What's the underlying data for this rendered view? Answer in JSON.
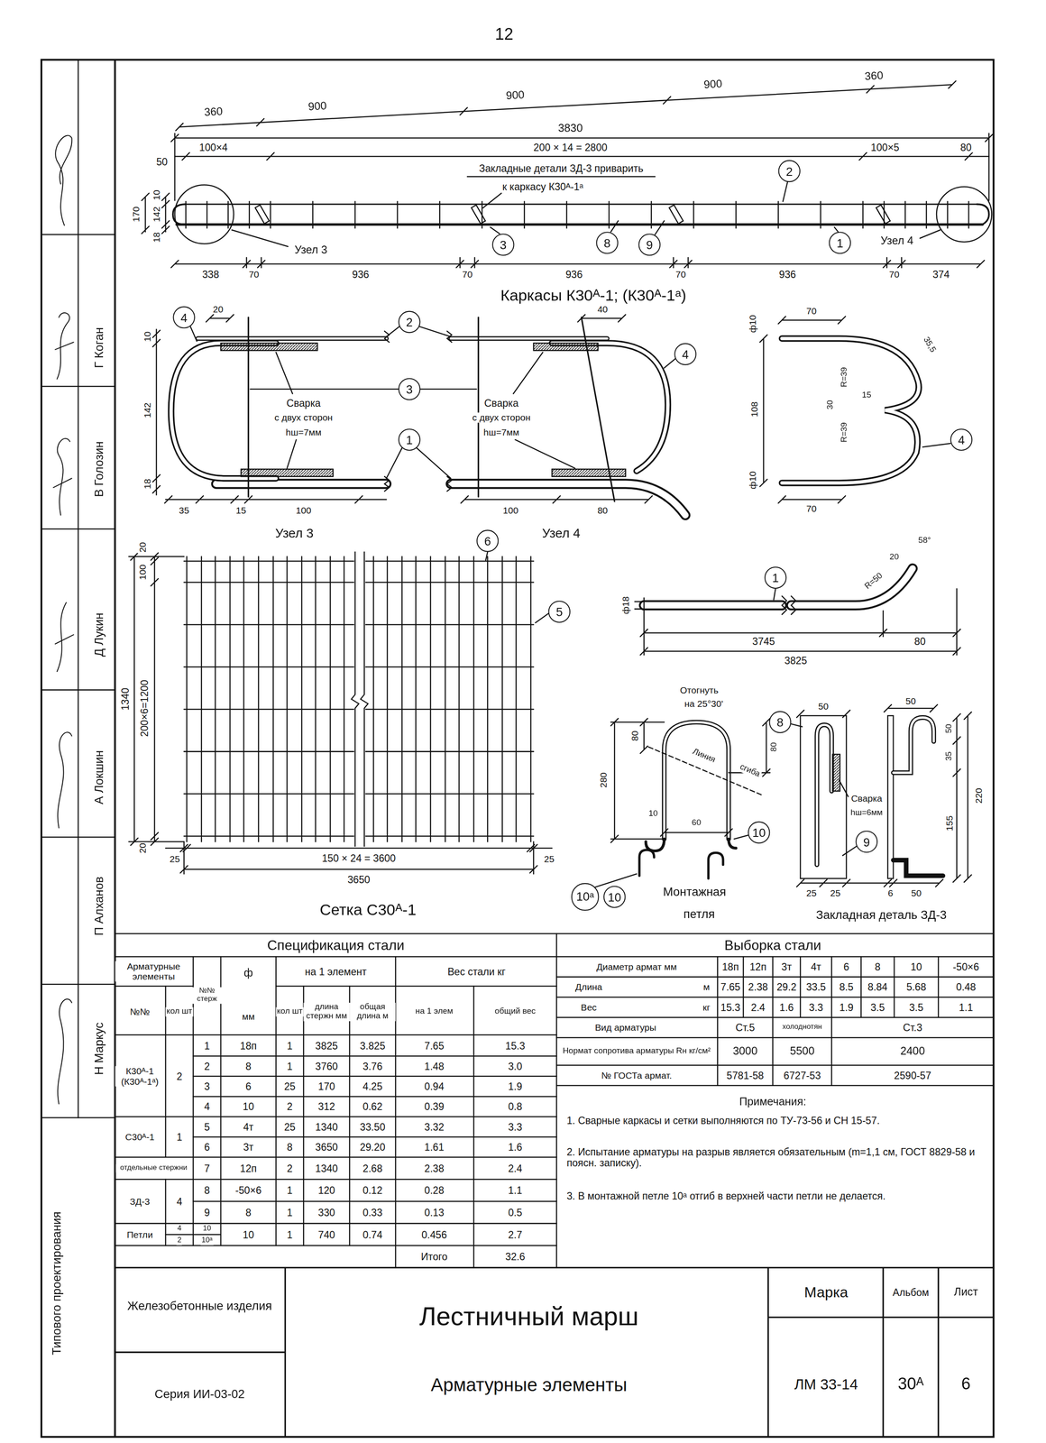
{
  "diagram": {
    "title": "Лестничный марш",
    "nodes": [
      {
        "text": [
          "2"
        ]
      },
      {
        "text": [
          "3"
        ]
      },
      {
        "text": [
          "8"
        ]
      },
      {
        "text": [
          "9"
        ]
      },
      {
        "text": [
          "1"
        ]
      },
      {
        "text": [
          "4"
        ]
      },
      {
        "text": [
          "2"
        ]
      },
      {
        "text": [
          "3"
        ]
      },
      {
        "text": [
          "1"
        ]
      },
      {
        "text": [
          "4"
        ]
      },
      {
        "text": [
          "4"
        ]
      },
      {
        "text": [
          "6"
        ]
      },
      {
        "text": [
          "5"
        ]
      },
      {
        "text": [
          "1"
        ]
      },
      {
        "text": [
          "8"
        ]
      },
      {
        "text": [
          "10"
        ]
      },
      {
        "text": [
          "9"
        ]
      },
      {
        "text": [
          "10ᵃ"
        ]
      },
      {
        "text": [
          "10"
        ]
      }
    ],
    "labels": [
      "12",
      "Г Коган",
      "В Голозин",
      "Д Лукин",
      "А Локшин",
      "П Алханов",
      "Н Маркус",
      "Типового проектирования",
      "360",
      "900",
      "900",
      "900",
      "360",
      "3830",
      "100×4",
      "200 × 14 = 2800",
      "100×5",
      "80",
      "50",
      "Закладные детали ЗД-3 приварить",
      "к каркасу К30ᴬ-1ᵃ",
      "10",
      "142",
      "170",
      "18",
      "Узел 3",
      "Узел 4",
      "338",
      "70",
      "936",
      "70",
      "936",
      "70",
      "936",
      "70",
      "374",
      "Каркасы К30ᴬ-1; (К30ᴬ-1ᵃ)",
      "20",
      "10",
      "142",
      "18",
      "Сварка",
      "с двух сторон",
      "hш=7мм",
      "35",
      "15",
      "100",
      "Узел 3",
      "40",
      "Сварка",
      "с двух сторон",
      "hш=7мм",
      "100",
      "80",
      "Узел 4",
      "ф10",
      "70",
      "R=39",
      "35,5",
      "30",
      "15",
      "108",
      "R=39",
      "ф10",
      "70",
      "20",
      "100",
      "200×6=1200",
      "1340",
      "20",
      "25",
      "150 × 24 = 3600",
      "25",
      "3650",
      "Сетка С30ᴬ-1",
      "ф18",
      "R=50",
      "20",
      "58°",
      "3745",
      "80",
      "3825",
      "Отогнуть",
      "на 25°30'",
      "80",
      "280",
      "Линия",
      "сгиба",
      "80",
      "10",
      "60",
      "Монтажная",
      "петля",
      "50",
      "50",
      "50",
      "35",
      "220",
      "155",
      "Сварка",
      "hш=6мм",
      "25",
      "25",
      "6",
      "50",
      "Закладная деталь ЗД-3",
      "Спецификация стали",
      "Арматурные элементы",
      "№№ стерж",
      "ф",
      "мм",
      "на 1 элемент",
      "Вес стали кг",
      "№№",
      "кол шт",
      "кол шт",
      "длина стержн мм",
      "общая длина м",
      "на 1 элем",
      "общий вес",
      "К30ᴬ-1 (К30ᴬ-1ᵃ)",
      "2",
      "1",
      "18п",
      "1",
      "3825",
      "3.825",
      "7.65",
      "15.3",
      "2",
      "8",
      "1",
      "3760",
      "3.76",
      "1.48",
      "3.0",
      "3",
      "6",
      "25",
      "170",
      "4.25",
      "0.94",
      "1.9",
      "4",
      "10",
      "2",
      "312",
      "0.62",
      "0.39",
      "0.8",
      "С30ᴬ-1",
      "1",
      "5",
      "4т",
      "25",
      "1340",
      "33.50",
      "3.32",
      "3.3",
      "6",
      "3т",
      "8",
      "3650",
      "29.20",
      "1.61",
      "1.6",
      "отдельные стержни",
      "7",
      "12п",
      "2",
      "1340",
      "2.68",
      "2.38",
      "2.4",
      "ЗД-3",
      "4",
      "8",
      "-50×6",
      "1",
      "120",
      "0.12",
      "0.28",
      "1.1",
      "9",
      "8",
      "1",
      "330",
      "0.33",
      "0.13",
      "0.5",
      "Петли",
      "4",
      "2",
      "10",
      "10ᵃ",
      "10",
      "1",
      "740",
      "0.74",
      "0.456",
      "2.7",
      "Итого",
      "32.6",
      "Выборка стали",
      "Диаметр армат мм",
      "18п",
      "12п",
      "3т",
      "4т",
      "6",
      "8",
      "10",
      "-50×6",
      "Длина",
      "м",
      "7.65",
      "2.38",
      "29.2",
      "33.5",
      "8.5",
      "8.84",
      "5.68",
      "0.48",
      "Вес",
      "кг",
      "15.3",
      "2.4",
      "1.6",
      "3.3",
      "1.9",
      "3.5",
      "3.5",
      "1.1",
      "Вид арматуры",
      "Ст.5",
      "холоднотян",
      "Ст.3",
      "Нормат сопротива арматуры Rн кг/см²",
      "3000",
      "5500",
      "2400",
      "№ ГОСТа армат.",
      "5781-58",
      "6727-53",
      "2590-57",
      "Примечания:",
      "1. Сварные каркасы и сетки выполняются по ТУ-73-56 и СН 15-57.",
      "2. Испытание арматуры на разрыв является обязательным (m=1,1 см, ГОСТ 8829-58 и поясн. записку).",
      "3. В монтажной петле 10ᵃ отгиб в верхней части петли не делается.",
      "Железобетонные изделия",
      "Серия ИИ-03-02",
      "Арматурные элементы",
      "Марка",
      "ЛМ 33-14",
      "Альбом",
      "30ᴬ",
      "Лист",
      "6"
    ]
  }
}
